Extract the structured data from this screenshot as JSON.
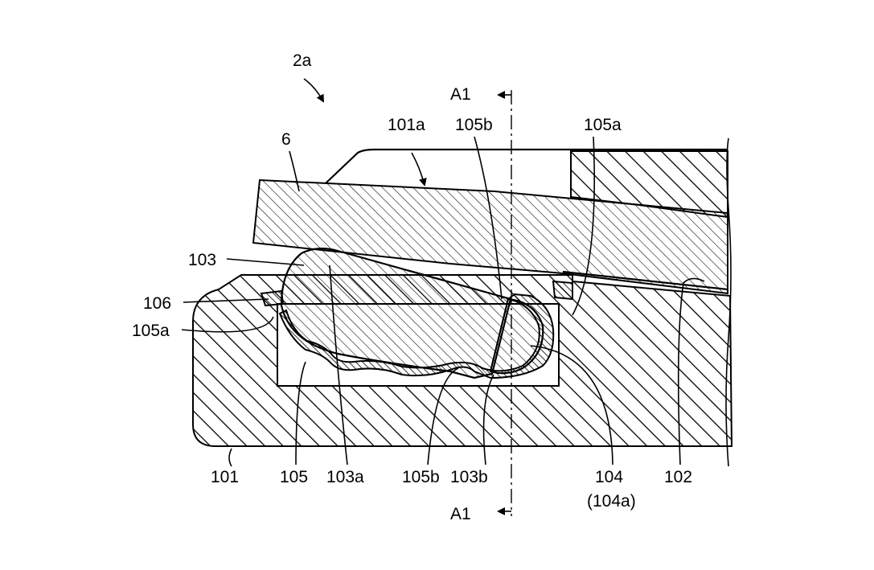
{
  "figure": {
    "labels": {
      "assembly": "2a",
      "section_top": "A1",
      "section_bottom": "A1",
      "part_101a": "101a",
      "part_105b_top": "105b",
      "part_105a_top": "105a",
      "part_6": "6",
      "part_103": "103",
      "part_106": "106",
      "part_105a_left": "105a",
      "part_101": "101",
      "part_105": "105",
      "part_103a": "103a",
      "part_105b_bottom": "105b",
      "part_103b": "103b",
      "part_104": "104",
      "part_104a": "(104a)",
      "part_102": "102"
    }
  },
  "colors": {
    "line": "#000000",
    "background": "#ffffff"
  }
}
